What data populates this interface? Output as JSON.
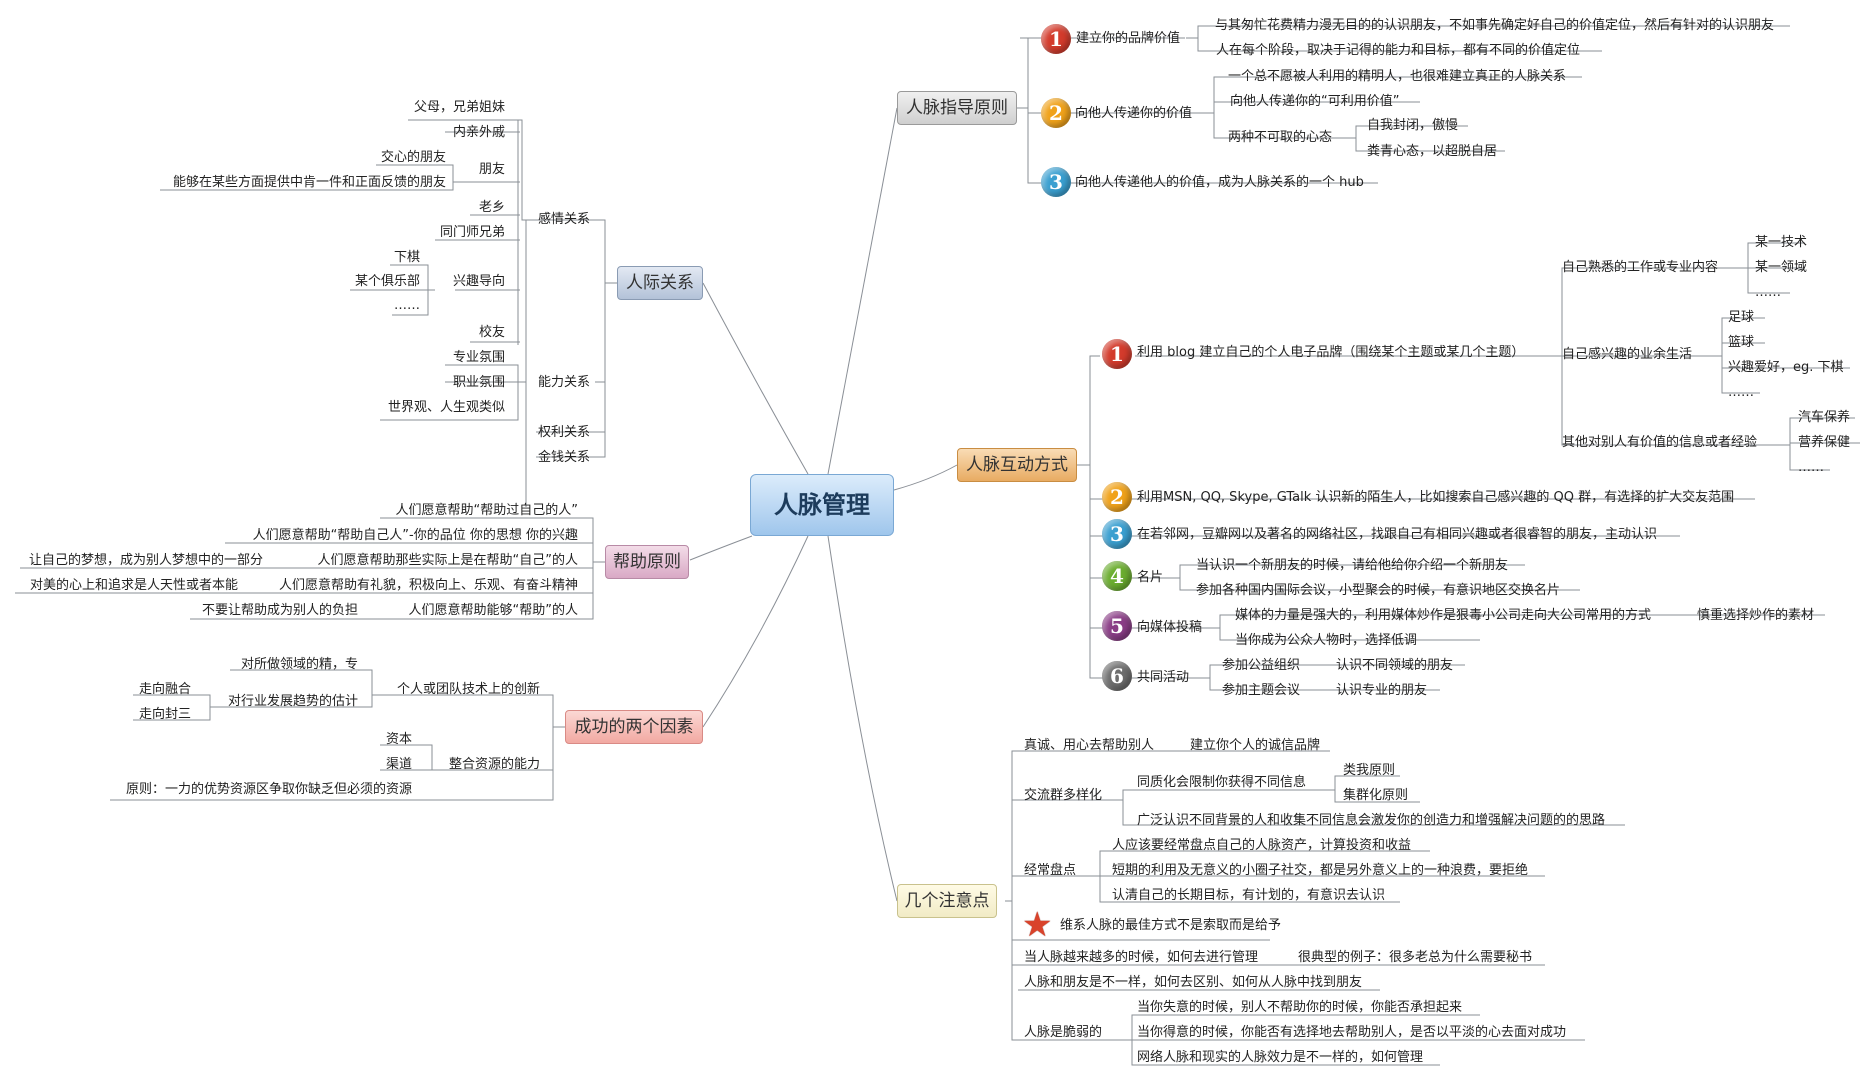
{
  "central": "人脉管理",
  "colors": {
    "line": "#8a8f96",
    "badge_red": "#d33b2c",
    "badge_orange": "#f0a21a",
    "badge_blue": "#3a9fd0",
    "badge_green": "#6bad2f",
    "badge_purple": "#8a3d86",
    "badge_gray": "#6d6d6d"
  },
  "guide": {
    "title": "人脉指导原则",
    "b1": {
      "badge": "1",
      "label": "建立你的品牌价值",
      "c1": "与其匆忙花费精力漫无目的的认识朋友，不如事先确定好自己的价值定位，然后有针对的认识朋友",
      "c2": "人在每个阶段，取决于记得的能力和目标，都有不同的价值定位"
    },
    "b2": {
      "badge": "2",
      "label": "向他人传递你的价值",
      "c1": "一个总不愿被人利用的精明人，也很难建立真正的人脉关系",
      "c2": "向他人传递你的“可利用价值”",
      "c3": "两种不可取的心态",
      "c3a": "自我封闭，傲慢",
      "c3b": "粪青心态，以超脱自居"
    },
    "b3": {
      "badge": "3",
      "label": "向他人传递他人的价值，成为人脉关系的一个 hub"
    }
  },
  "relations": {
    "title": "人际关系",
    "emotion": "感情关系",
    "e1": "父母，兄弟姐妹",
    "e2": "内亲外戚",
    "friend": "朋友",
    "f1": "交心的朋友",
    "f2": "能够在某些方面提供中肯一件和正面反馈的朋友",
    "e3": "老乡",
    "e4": "同门师兄弟",
    "interest": "兴趣导向",
    "i1": "下棋",
    "i2": "某个俱乐部",
    "i3": "……",
    "e5": "校友",
    "ability": "能力关系",
    "a1": "专业氛围",
    "a2": "职业氛围",
    "a3": "世界观、人生观类似",
    "power": "权利关系",
    "money": "金钱关系"
  },
  "help": {
    "title": "帮助原则",
    "h1": "人们愿意帮助“帮助过自己的人”",
    "h2": "人们愿意帮助“帮助自己人”-你的品位 你的思想 你的兴趣",
    "h3": "人们愿意帮助那些实际上是在帮助“自己”的人",
    "h3n": "让自己的梦想，成为别人梦想中的一部分",
    "h4": "人们愿意帮助有礼貌，积极向上、乐观、有奋斗精神",
    "h4n": "对美的心上和追求是人天性或者本能",
    "h5": "人们愿意帮助能够“帮助”的人",
    "h5n": "不要让帮助成为别人的负担"
  },
  "success": {
    "title": "成功的两个因素",
    "innov": "个人或团队技术上的创新",
    "n1": "对所做领域的精，专",
    "n2": "对行业发展趋势的估计",
    "n2a": "走向融合",
    "n2b": "走向封三",
    "integ": "整合资源的能力",
    "g1": "资本",
    "g2": "渠道",
    "rule": "原则：一力的优势资源区争取你缺乏但必须的资源"
  },
  "interact": {
    "title": "人脉互动方式",
    "m1": {
      "badge": "1",
      "label": "利用 blog 建立自己的个人电子品牌（围绕某个主题或某几个主题）",
      "s1": "自己熟悉的工作或专业内容",
      "s1a": "某一技术",
      "s1b": "某一领域",
      "s1c": "……",
      "s2": "自己感兴趣的业余生活",
      "s2a": "足球",
      "s2b": "篮球",
      "s2c": "兴趣爱好，eg. 下棋",
      "s2d": "……",
      "s3": "其他对别人有价值的信息或者经验",
      "s3a": "汽车保养",
      "s3b": "营养保健",
      "s3c": "……"
    },
    "m2": {
      "badge": "2",
      "label": "利用MSN, QQ, Skype, GTalk 认识新的陌生人，比如搜索自己感兴趣的 QQ 群，有选择的扩大交友范围"
    },
    "m3": {
      "badge": "3",
      "label": "在若邻网，豆瓣网以及著名的网络社区，找跟自己有相同兴趣或者很睿智的朋友，主动认识"
    },
    "m4": {
      "badge": "4",
      "label": "名片",
      "c1": "当认识一个新朋友的时候，请给他给你介绍一个新朋友",
      "c2": "参加各种国内国际会议，小型聚会的时候，有意识地区交换名片"
    },
    "m5": {
      "badge": "5",
      "label": "向媒体投稿",
      "c1": "媒体的力量是强大的，利用媒体炒作是狠毒小公司走向大公司常用的方式",
      "c1n": "慎重选择炒作的素材",
      "c2": "当你成为公众人物时，选择低调"
    },
    "m6": {
      "badge": "6",
      "label": "共同活动",
      "c1": "参加公益组织",
      "c1n": "认识不同领域的朋友",
      "c2": "参加主题会议",
      "c2n": "认识专业的朋友"
    }
  },
  "notes": {
    "title": "几个注意点",
    "n1": "真诚、用心去帮助别人",
    "n1a": "建立你个人的诚信品牌",
    "n2": "交流群多样化",
    "n2a": "同质化会限制你获得不同信息",
    "n2a1": "类我原则",
    "n2a2": "集群化原则",
    "n2b": "广泛认识不同背景的人和收集不同信息会激发你的创造力和增强解决问题的的思路",
    "n3": "经常盘点",
    "n3a": "人应该要经常盘点自己的人脉资产，计算投资和收益",
    "n3b": "短期的利用及无意义的小圈子社交，都是另外意义上的一种浪费，要拒绝",
    "n3c": "认清自己的长期目标，有计划的，有意识去认识",
    "n4": "维系人脉的最佳方式不是索取而是给予",
    "n5": "当人脉越来越多的时候，如何去进行管理",
    "n5a": "很典型的例子：很多老总为什么需要秘书",
    "n6": "人脉和朋友是不一样，如何去区别、如何从人脉中找到朋友",
    "n7": "人脉是脆弱的",
    "n7a": "当你失意的时候，别人不帮助你的时候，你能否承担起来",
    "n7b": "当你得意的时候，你能否有选择地去帮助别人，是否以平淡的心去面对成功",
    "n7c": "网络人脉和现实的人脉效力是不一样的，如何管理"
  }
}
